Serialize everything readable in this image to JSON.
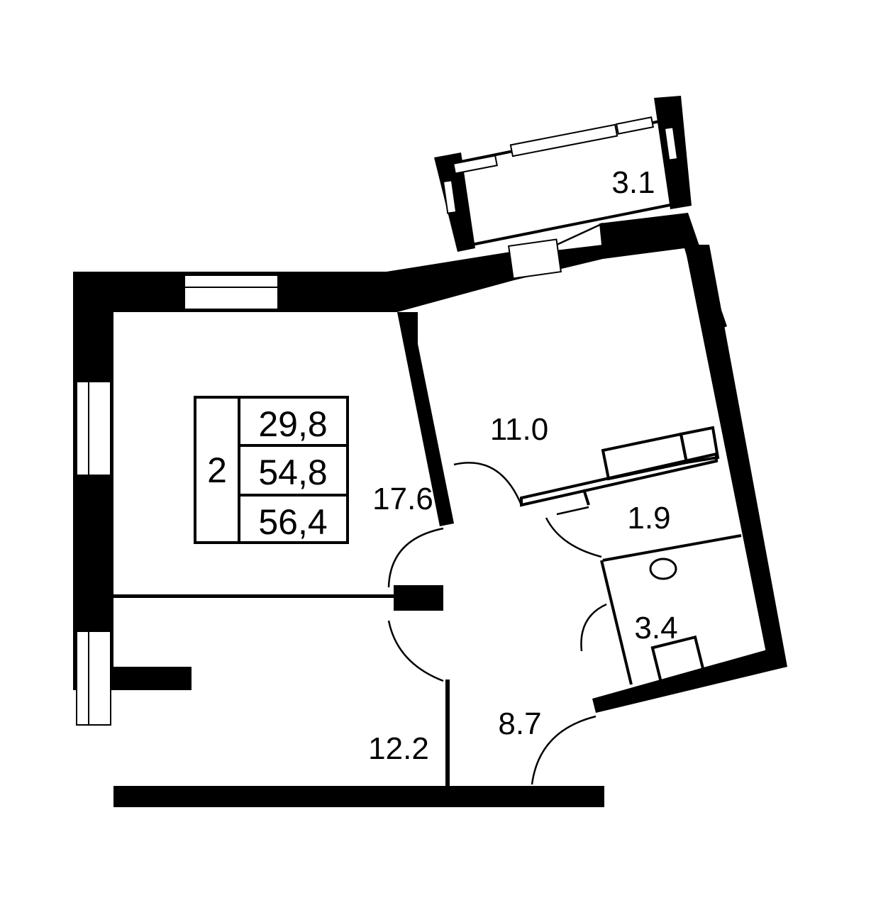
{
  "summary": {
    "rooms": "2",
    "living_area": "29,8",
    "total_area": "54,8",
    "total_area_with_balcony": "56,4"
  },
  "room_areas": {
    "living_room": "17.6",
    "bedroom": "12.2",
    "kitchen": "11.0",
    "hall": "8.7",
    "bathroom": "3.4",
    "wc": "1.9",
    "balcony": "3.1"
  }
}
